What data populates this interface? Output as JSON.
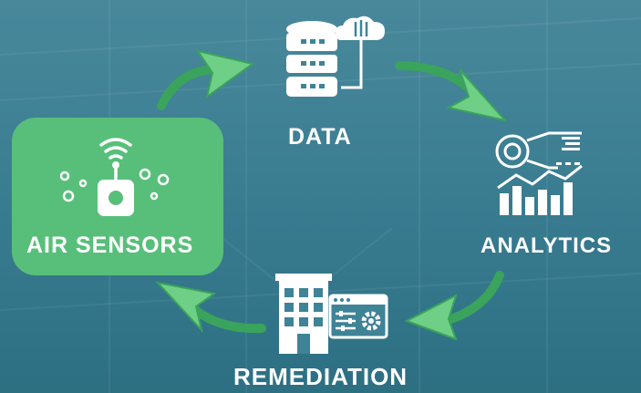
{
  "nodes": {
    "data": {
      "label": "DATA",
      "icon": "database-cloud-icon"
    },
    "analytics": {
      "label": "ANALYTICS",
      "icon": "analytics-dashboard-icon"
    },
    "remediation": {
      "label": "REMEDIATION",
      "icon": "building-settings-icon"
    },
    "air_sensors": {
      "label": "AIR SENSORS",
      "icon": "air-sensor-icon"
    }
  },
  "flow": [
    "AIR SENSORS",
    "DATA",
    "ANALYTICS",
    "REMEDIATION"
  ],
  "colors": {
    "background": "#3f8397",
    "accent_green": "#58bf7a",
    "arrow_green": "#6fcf86",
    "text": "#ffffff"
  }
}
